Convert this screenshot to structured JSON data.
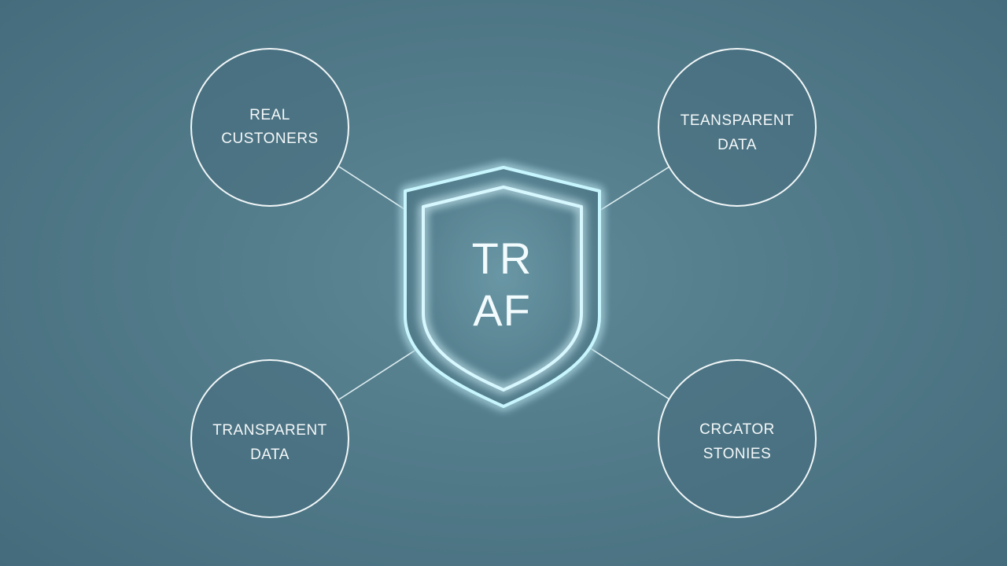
{
  "shield": {
    "line1": "TR",
    "line2": "AF",
    "glow_color": "#bff3ff"
  },
  "nodes": [
    {
      "id": "top-left",
      "lines": [
        "REAL",
        "CUSTONERS"
      ]
    },
    {
      "id": "top-right",
      "lines": [
        "TEANSPARENT",
        "DATA"
      ]
    },
    {
      "id": "bottom-left",
      "lines": [
        "TRANSPARENT",
        "DATA"
      ]
    },
    {
      "id": "bottom-right",
      "lines": [
        "CRCATOR",
        "STONIES"
      ]
    }
  ],
  "colors": {
    "background": "#527b8a",
    "circle_stroke": "#f2f7f8",
    "circle_fill": "#3f6574",
    "connector": "#dfeef2"
  }
}
